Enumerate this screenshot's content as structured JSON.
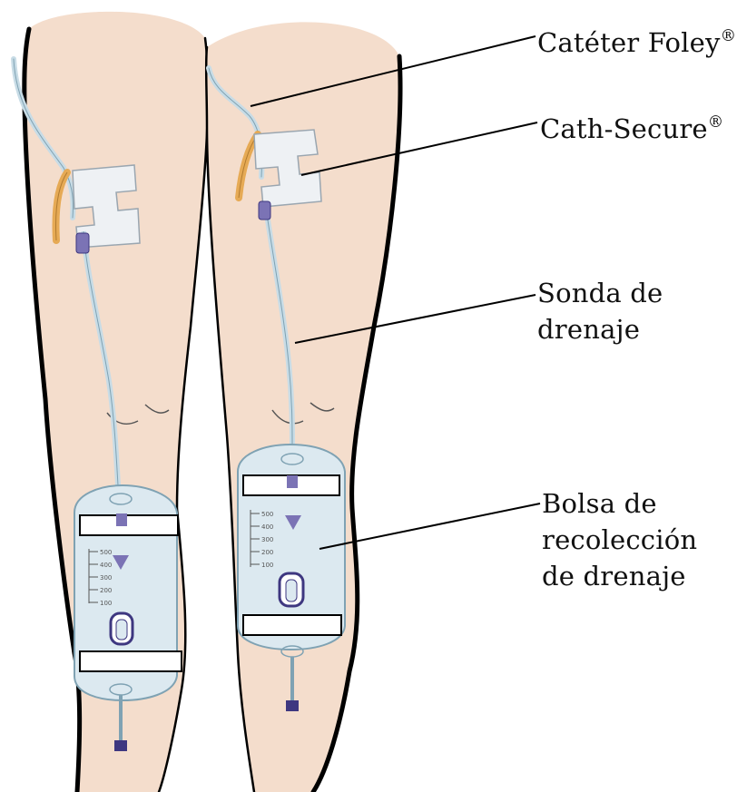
{
  "labels": {
    "foley": {
      "text": "Catéter Foley",
      "mark": "®"
    },
    "cath_secure": {
      "text": "Cath-Secure",
      "mark": "®"
    },
    "sonda": {
      "line1": "Sonda de",
      "line2": "drenaje"
    },
    "bolsa": {
      "line1": "Bolsa de",
      "line2": "recolección",
      "line3": "de drenaje"
    }
  },
  "bag_scale": [
    "500",
    "400",
    "300",
    "200",
    "100"
  ],
  "colors": {
    "skin": "#f4ddcc",
    "outline": "#000000",
    "tube": "#c8dce6",
    "strap": "#ffffff",
    "clamp": "#7b73b5",
    "catheter": "#e6aa55",
    "bag": "#dce9f0"
  }
}
